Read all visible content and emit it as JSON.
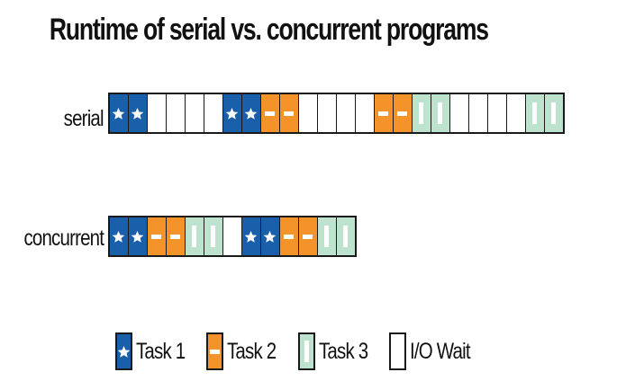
{
  "title": "Runtime of serial vs. concurrent programs",
  "rows": [
    {
      "label": "serial",
      "cells": [
        "task1",
        "task1",
        "wait",
        "wait",
        "wait",
        "wait",
        "task1",
        "task1",
        "task2",
        "task2",
        "wait",
        "wait",
        "wait",
        "wait",
        "task2",
        "task2",
        "task3",
        "task3",
        "wait",
        "wait",
        "wait",
        "wait",
        "task3",
        "task3"
      ]
    },
    {
      "label": "concurrent",
      "cells": [
        "task1",
        "task1",
        "task2",
        "task2",
        "task3",
        "task3",
        "wait",
        "task1",
        "task1",
        "task2",
        "task2",
        "task3",
        "task3"
      ]
    }
  ],
  "legend": [
    {
      "key": "task1",
      "label": "Task 1"
    },
    {
      "key": "task2",
      "label": "Task 2"
    },
    {
      "key": "task3",
      "label": "Task 3"
    },
    {
      "key": "wait",
      "label": "I/O Wait"
    }
  ],
  "colors": {
    "task1": "#1a5fa9",
    "task2": "#f4932a",
    "task3": "#bde3cf",
    "wait": "#ffffff",
    "border": "#1a1a1a"
  },
  "icons": {
    "task1": "star-icon",
    "task2": "dash-icon",
    "task3": "slot-icon",
    "wait": "blank"
  }
}
